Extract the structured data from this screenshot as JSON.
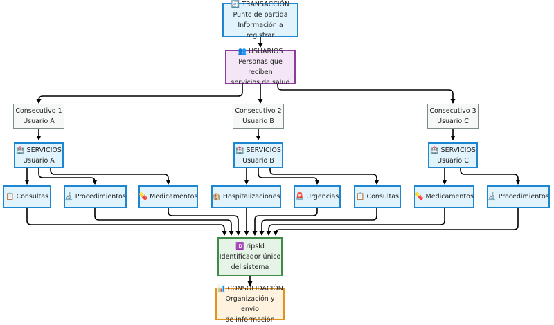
{
  "nodes": {
    "transaccion": {
      "icon": "🔄",
      "title": "TRANSACCIÓN",
      "line1": "Punto de partida",
      "line2": "Información a registrar"
    },
    "usuarios": {
      "icon": "👥",
      "title": "USUARIOS",
      "line1": "Personas que reciben",
      "line2": "servicios de salud"
    },
    "consecutivo1": {
      "title": "Consecutivo 1",
      "line1": "Usuario A"
    },
    "consecutivo2": {
      "title": "Consecutivo 2",
      "line1": "Usuario B"
    },
    "consecutivo3": {
      "title": "Consecutivo 3",
      "line1": "Usuario C"
    },
    "servicios_a": {
      "icon": "🏥",
      "title": "SERVICIOS",
      "line1": "Usuario A"
    },
    "servicios_b": {
      "icon": "🏥",
      "title": "SERVICIOS",
      "line1": "Usuario B"
    },
    "servicios_c": {
      "icon": "🏥",
      "title": "SERVICIOS",
      "line1": "Usuario C"
    },
    "consultas_a": {
      "icon": "📋",
      "title": "Consultas"
    },
    "procedimientos_a": {
      "icon": "🔬",
      "title": "Procedimientos"
    },
    "medicamentos_a": {
      "icon": "💊",
      "title": "Medicamentos"
    },
    "hospitalizaciones_b": {
      "icon": "🏨",
      "title": "Hospitalizaciones"
    },
    "urgencias_b": {
      "icon": "🚨",
      "title": "Urgencias"
    },
    "consultas_b": {
      "icon": "📋",
      "title": "Consultas"
    },
    "medicamentos_c": {
      "icon": "💊",
      "title": "Medicamentos"
    },
    "procedimientos_c": {
      "icon": "🔬",
      "title": "Procedimientos"
    },
    "ripsid": {
      "icon": "🆔",
      "title": "ripsId",
      "line1": "Identificador único",
      "line2": "del sistema"
    },
    "consolidacion": {
      "icon": "📊",
      "title": "CONSOLIDACIÓN",
      "line1": "Organización y envío",
      "line2": "de información"
    }
  },
  "colors": {
    "transaccion": "#1d86d1",
    "usuarios": "#8a3d9c",
    "consecutivo": "#7d8a8c",
    "servicios": "#1d86d1",
    "ripsid": "#3f8c49",
    "consolidacion": "#e3921c",
    "edge": "#000000"
  }
}
